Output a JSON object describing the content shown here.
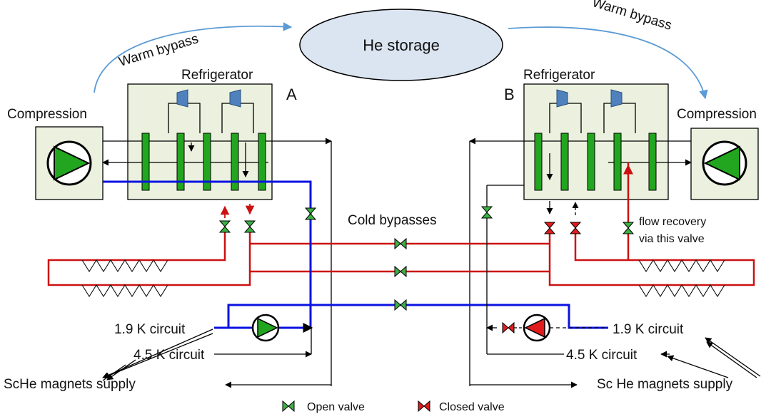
{
  "labels": {
    "he_storage": "He storage",
    "warm_bypass_left": "Warm bypass",
    "warm_bypass_right": "Warm bypass",
    "refrigerator_left": "Refrigerator",
    "refrigerator_right": "Refrigerator",
    "plant_a": "A",
    "plant_b": "B",
    "compression_left": "Compression",
    "compression_right": "Compression",
    "cold_bypasses": "Cold bypasses",
    "flow_recovery_line1": "flow recovery",
    "flow_recovery_line2": "via this valve",
    "circuit_19_left": "1.9 K circuit",
    "circuit_45_left": "4.5 K circuit",
    "magnets_supply_left": "ScHe magnets supply",
    "circuit_19_right": "1.9 K circuit",
    "circuit_45_right": "4.5 K circuit",
    "magnets_supply_right": "Sc He magnets supply"
  },
  "legend": {
    "open_valve": "Open valve",
    "closed_valve": "Closed  valve"
  },
  "colors": {
    "warm_bypass": "#5b9bd5",
    "storage_fill": "#dbe5f1",
    "box_fill": "#ebf1de",
    "exchanger": "#22a61f",
    "turbine": "#4f81bd",
    "cold_line": "#0a12e0",
    "red_line": "#cc1111",
    "open_valve": "#3cb043",
    "closed_valve": "#e01c1c"
  }
}
